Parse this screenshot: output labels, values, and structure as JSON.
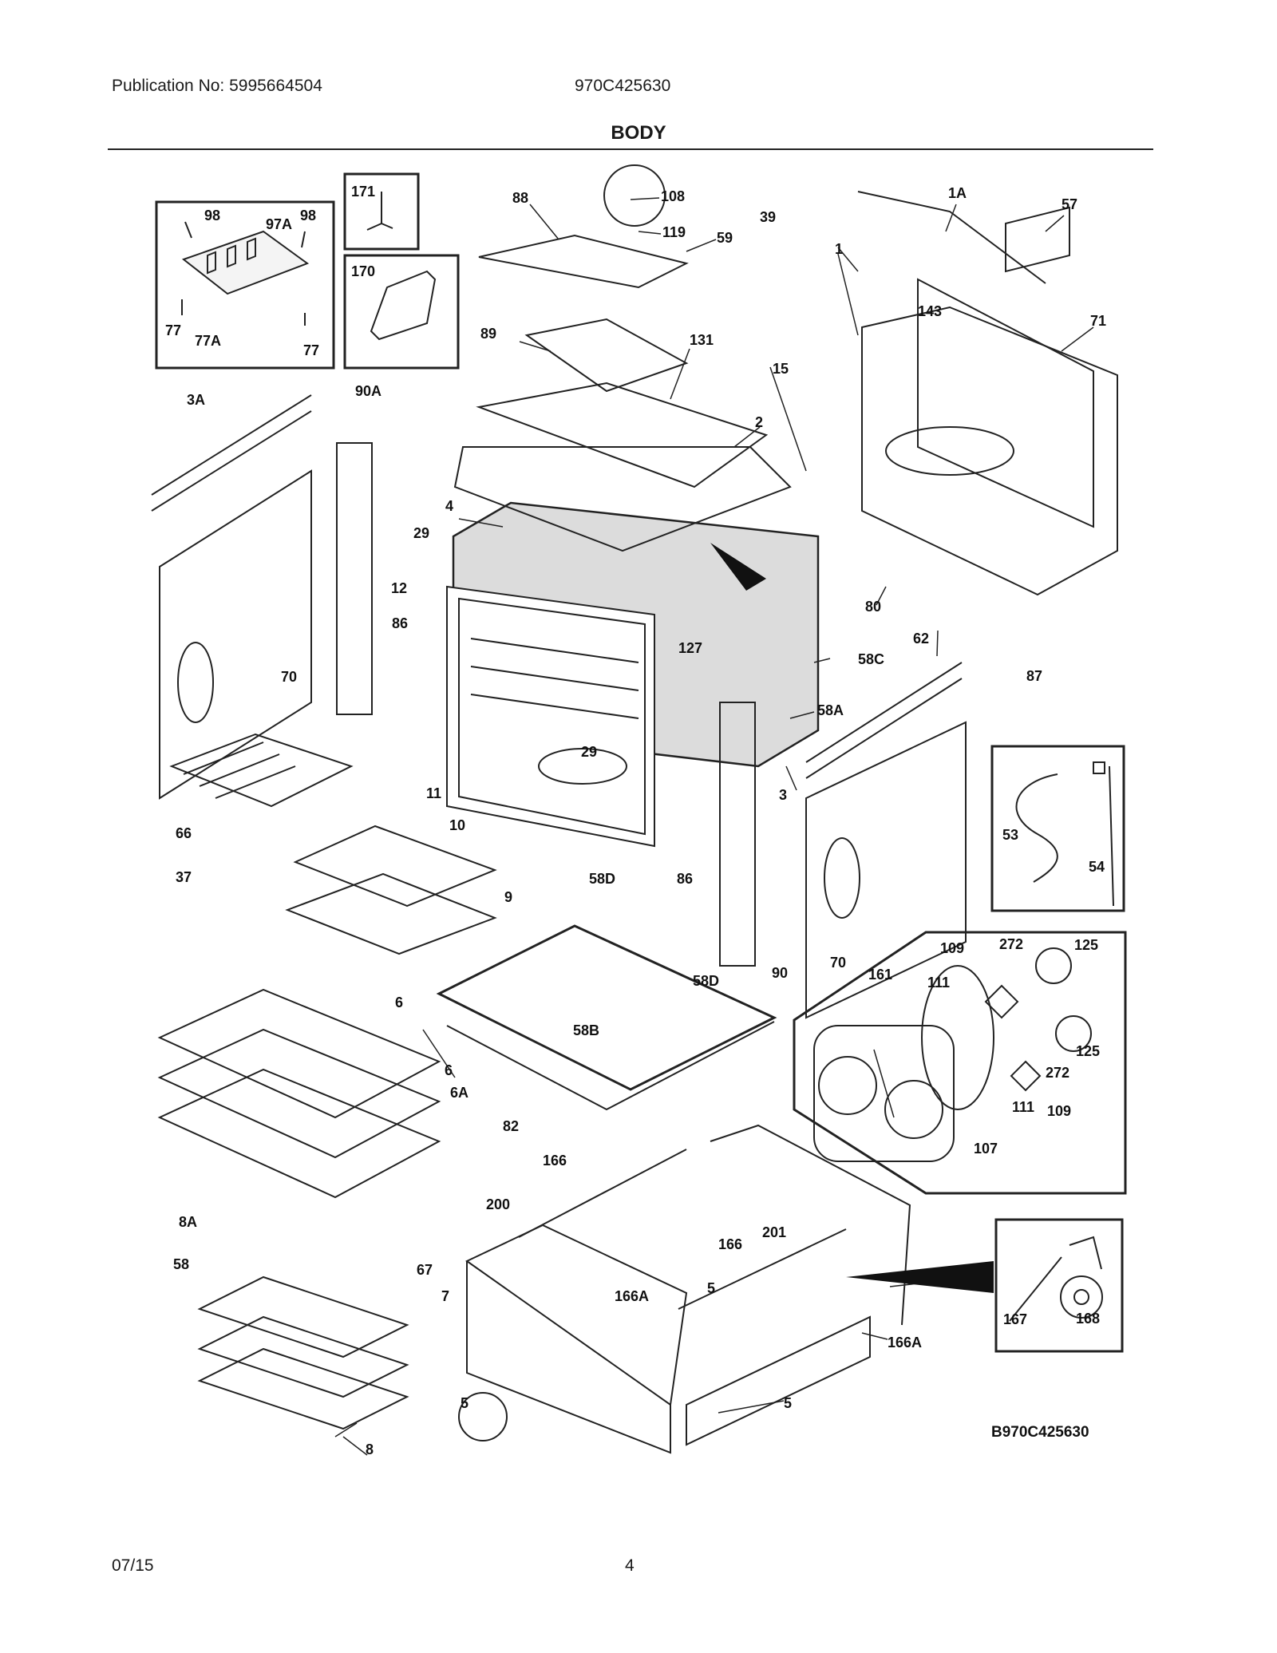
{
  "header": {
    "publication": "Publication No: 5995664504",
    "model": "970C425630",
    "title": "BODY"
  },
  "diagram_code": "B970C425630",
  "callouts": {
    "c1": "98",
    "c2": "97A",
    "c3": "98",
    "c4": "77",
    "c5": "77A",
    "c6": "77",
    "c7": "171",
    "c8": "170",
    "c9": "88",
    "c10": "108",
    "c11": "119",
    "c12": "59",
    "c13": "39",
    "c14": "1A",
    "c15": "57",
    "c16": "89",
    "c17": "131",
    "c18": "15",
    "c19": "1",
    "c20": "143",
    "c21": "71",
    "c22": "3A",
    "c23": "90A",
    "c24": "2",
    "c25": "4",
    "c26": "29",
    "c27": "12",
    "c28": "86",
    "c29": "70",
    "c30": "80",
    "c31": "62",
    "c32": "87",
    "c33": "127",
    "c34": "58C",
    "c35": "58A",
    "c36": "29",
    "c37": "11",
    "c38": "66",
    "c39": "3",
    "c40": "10",
    "c41": "53",
    "c42": "54",
    "c43": "37",
    "c44": "9",
    "c45": "58D",
    "c46": "86",
    "c47": "90",
    "c48": "70",
    "c49": "109",
    "c50": "272",
    "c51": "125",
    "c52": "161",
    "c53": "111",
    "c54": "6",
    "c55": "58D",
    "c56": "58B",
    "c57": "6",
    "c58": "6A",
    "c59": "82",
    "c60": "125",
    "c61": "272",
    "c62": "111",
    "c63": "109",
    "c64": "107",
    "c65": "166",
    "c66": "200",
    "c67": "201",
    "c68": "8A",
    "c69": "166",
    "c70": "58",
    "c71": "67",
    "c72": "7",
    "c73": "166A",
    "c74": "5",
    "c75": "167",
    "c76": "168",
    "c77": "166A",
    "c78": "5",
    "c79": "5",
    "c80": "8"
  },
  "footer": {
    "date": "07/15",
    "page": "4"
  }
}
